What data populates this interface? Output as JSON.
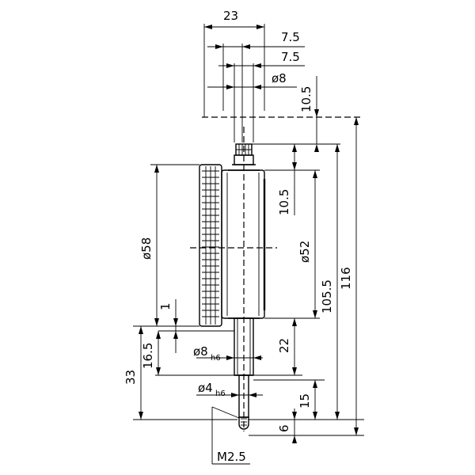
{
  "dimensions": {
    "width_23": "23",
    "width_7_5_a": "7.5",
    "width_7_5_b": "7.5",
    "dia_8_top": "ø8",
    "height_10_5_top": "10.5",
    "height_10_5_mid": "10.5",
    "dia_58": "ø58",
    "dia_52": "ø52",
    "height_105_5": "105.5",
    "height_116": "116",
    "height_1": "1",
    "height_16_5": "16.5",
    "height_33": "33",
    "height_22": "22",
    "dia_8_h6": {
      "main": "ø8",
      "sub": "h6"
    },
    "dia_4_h6": {
      "main": "ø4",
      "sub": "h6"
    },
    "height_15": "15",
    "height_6": "6",
    "thread_m2_5": "M2.5"
  }
}
